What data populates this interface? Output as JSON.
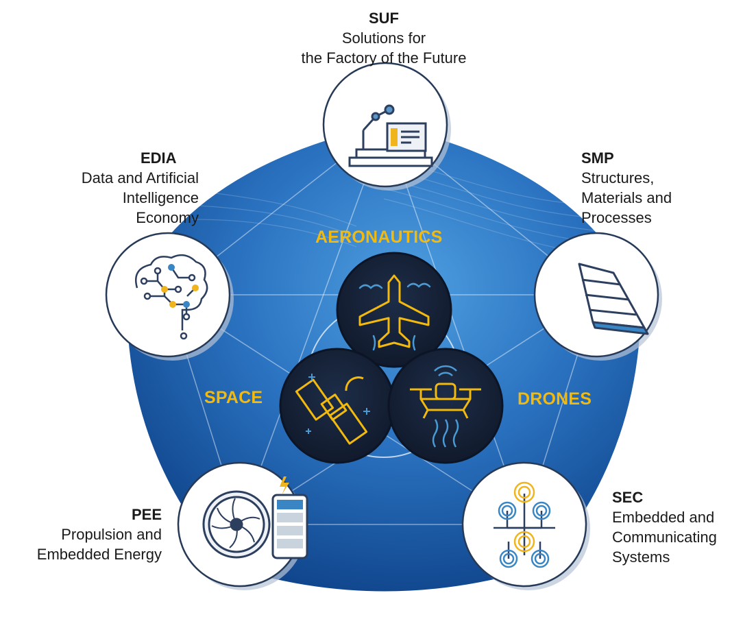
{
  "pillars": {
    "suf": {
      "code": "SUF",
      "lines": [
        "Solutions for",
        "the Factory of the Future"
      ],
      "icon": "robot-arm-icon"
    },
    "smp": {
      "code": "SMP",
      "lines": [
        "Structures,",
        "Materials and",
        "Processes"
      ],
      "icon": "wing-structure-icon"
    },
    "sec": {
      "code": "SEC",
      "lines": [
        "Embedded and",
        "Communicating",
        "Systems"
      ],
      "icon": "circuit-network-icon"
    },
    "pee": {
      "code": "PEE",
      "lines": [
        "Propulsion and",
        "Embedded Energy"
      ],
      "icon": "fan-battery-icon"
    },
    "edia": {
      "code": "EDIA",
      "lines": [
        "Data and Artificial",
        "Intelligence",
        "Economy"
      ],
      "icon": "ai-brain-icon"
    }
  },
  "domains": {
    "aeronautics": {
      "label": "AERONAUTICS",
      "icon": "airplane-icon"
    },
    "space": {
      "label": "SPACE",
      "icon": "satellite-icon"
    },
    "drones": {
      "label": "DRONES",
      "icon": "drone-icon"
    }
  },
  "colors": {
    "pentagon_dark": "#0b3f86",
    "pentagon_light": "#2b7fd0",
    "domain_label": "#f2b90f",
    "badge_dark": "#16223a",
    "icon_blue": "#3a86c4",
    "icon_yellow": "#f0b41c"
  }
}
